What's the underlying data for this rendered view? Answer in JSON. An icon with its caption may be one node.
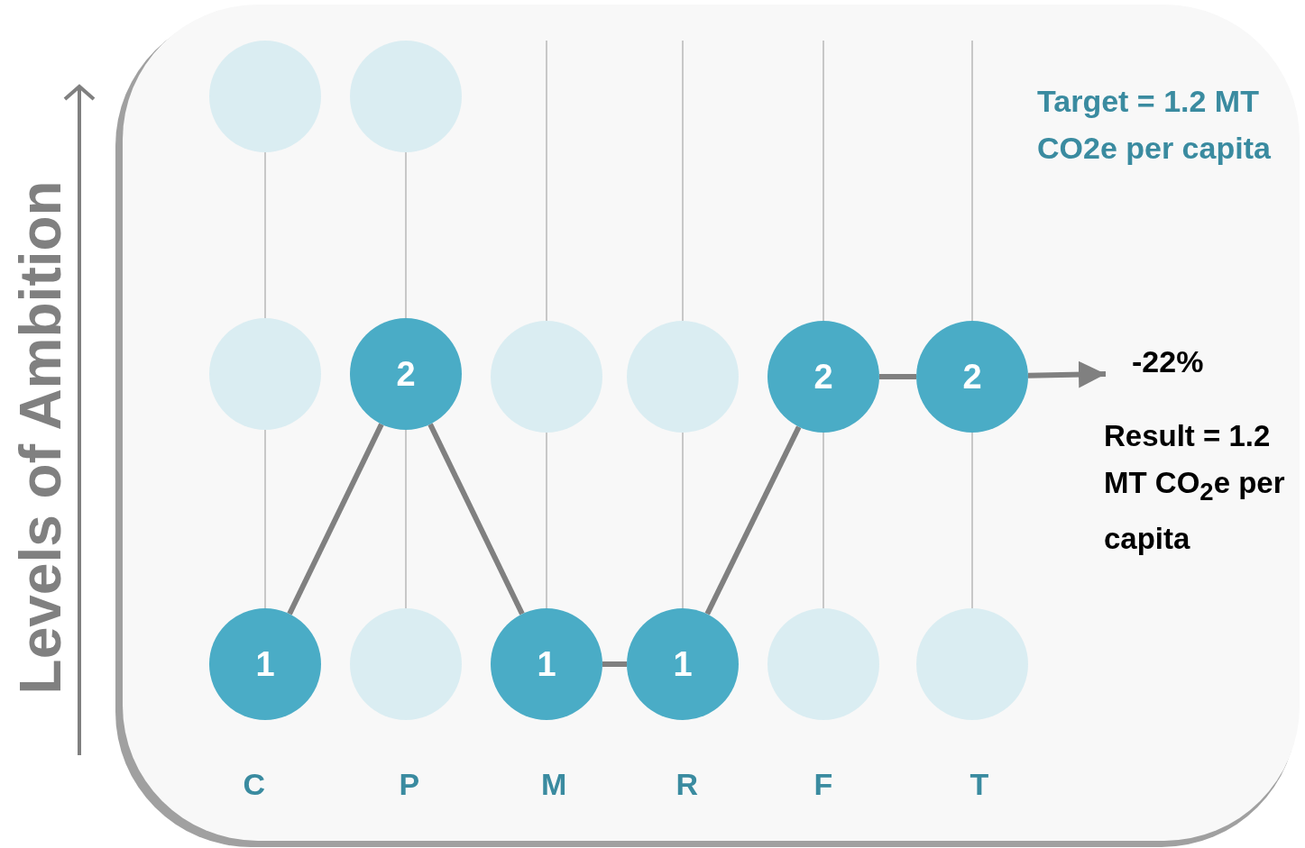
{
  "diagram": {
    "nodes": [
      {
        "text": [],
        "shape": "circle"
      },
      {
        "text": [],
        "shape": "circle"
      },
      {
        "text": [],
        "shape": "circle"
      },
      {
        "text": [
          "2"
        ]
      },
      {
        "text": [],
        "shape": "circle"
      },
      {
        "text": [],
        "shape": "circle"
      },
      {
        "text": [
          "2"
        ]
      },
      {
        "text": [
          "2"
        ]
      },
      {
        "text": [
          "1"
        ]
      },
      {
        "text": [],
        "shape": "circle"
      },
      {
        "text": [
          "1"
        ]
      },
      {
        "text": [
          "1"
        ]
      },
      {
        "text": [],
        "shape": "circle"
      },
      {
        "text": [],
        "shape": "circle"
      }
    ],
    "edges": [
      {
        "from": 0,
        "to": 2,
        "arrow": "none"
      },
      {
        "from": 2,
        "to": 8,
        "arrow": "none"
      },
      {
        "from": 1,
        "to": 3,
        "arrow": "none"
      },
      {
        "from": 3,
        "to": 9,
        "arrow": "none"
      },
      {
        "from": null,
        "to": 4,
        "arrow": "none"
      },
      {
        "from": 4,
        "to": 10,
        "arrow": "none"
      },
      {
        "from": null,
        "to": 5,
        "arrow": "none"
      },
      {
        "from": 5,
        "to": 11,
        "arrow": "none"
      },
      {
        "from": null,
        "to": 6,
        "arrow": "none"
      },
      {
        "from": 6,
        "to": 12,
        "arrow": "none"
      },
      {
        "from": null,
        "to": 7,
        "arrow": "none"
      },
      {
        "from": 7,
        "to": 13,
        "arrow": "none"
      },
      {
        "from": 8,
        "to": 3,
        "arrow": "none",
        "style": "thick",
        "color": "#808080"
      },
      {
        "from": 3,
        "to": 10,
        "arrow": "none",
        "style": "thick",
        "color": "#808080"
      },
      {
        "from": 10,
        "to": 11,
        "arrow": "none",
        "style": "thick",
        "color": "#808080"
      },
      {
        "from": 11,
        "to": 6,
        "arrow": "none",
        "style": "thick",
        "color": "#808080"
      },
      {
        "from": 6,
        "to": 7,
        "arrow": "none",
        "style": "thick",
        "color": "#808080"
      },
      {
        "from": 7,
        "to": null,
        "arrow": "to",
        "style": "thick",
        "color": "#808080"
      }
    ],
    "labels": [
      "Levels of Ambition",
      "Target = 1.2 MT CO2e per capita",
      "-22%",
      "Result = 1.2 MT CO$_{2}$e per capita",
      "C",
      "P",
      "M",
      "R",
      "F",
      "T"
    ]
  }
}
